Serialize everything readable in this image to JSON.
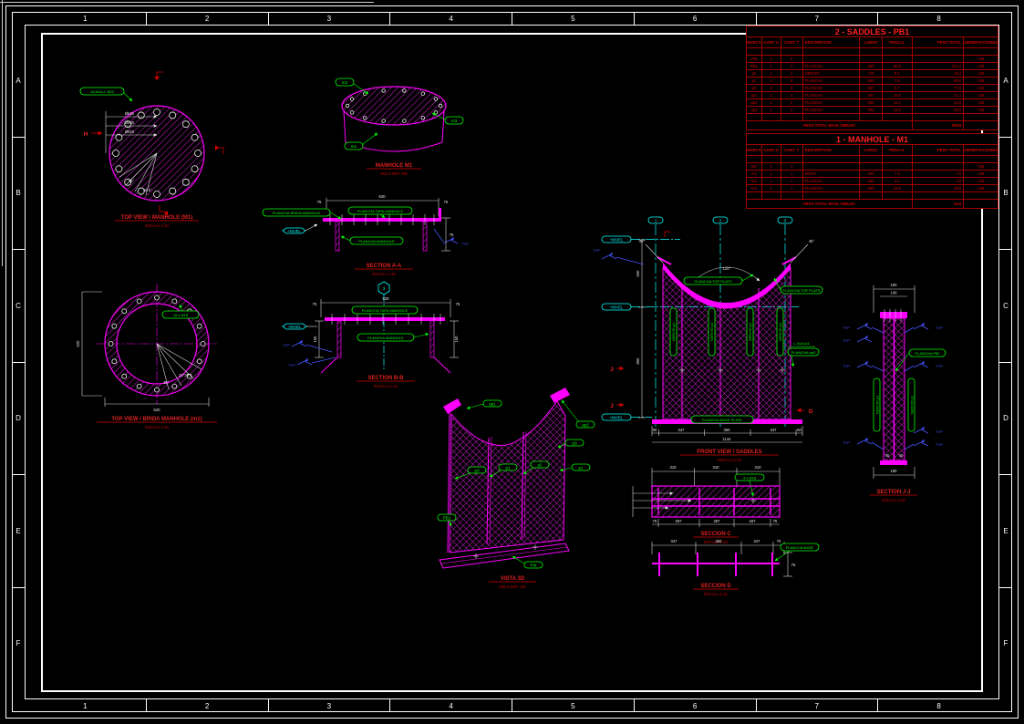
{
  "grid": {
    "cols": [
      "1",
      "2",
      "3",
      "4",
      "5",
      "6",
      "7",
      "8"
    ],
    "rows": [
      "A",
      "B",
      "C",
      "D",
      "E",
      "F"
    ]
  },
  "colors": {
    "magenta": "#ff00ff",
    "green": "#00ff00",
    "cyan": "#00ffff",
    "blue": "#4455ff",
    "red": "#d40000",
    "white": "#ffffff",
    "background": "#000000"
  },
  "tables": {
    "saddles": {
      "title": "2 - SADDLES - PB1",
      "headers": [
        "MARCA",
        "CANT. U",
        "CANT. T",
        "DESCRIPCION",
        "LARGO",
        "PESO U.",
        "PESO TOTAL",
        "OBSERVACIONES"
      ],
      "rows": [
        [
          "",
          "",
          "",
          "",
          "",
          "",
          "",
          ""
        ],
        [
          "PM",
          "1",
          "2",
          "",
          "",
          "",
          "",
          "A36"
        ],
        [
          "PB1",
          "1",
          "2",
          "PLANCHA",
          "900",
          "60.5",
          "121.0",
          "A36"
        ],
        [
          "p2",
          "1",
          "2",
          "NERVIO",
          "710",
          "9.2",
          "18.4",
          "A36"
        ],
        [
          "p1",
          "4",
          "8",
          "PLANCHA",
          "600",
          "7.5",
          "60.0",
          "A36"
        ],
        [
          "p3",
          "4",
          "8",
          "PLANCHA",
          "597",
          "9.7",
          "77.6",
          "A36"
        ],
        [
          "ap1",
          "1",
          "2",
          "PLANCHA",
          "457",
          "10.6",
          "21.1",
          "A36"
        ],
        [
          "ap2",
          "1",
          "2",
          "PLANCHA",
          "600",
          "11.4",
          "22.8",
          "A36"
        ],
        [
          "ap3",
          "1",
          "2",
          "PLANCHA",
          "600",
          "13.0",
          "26.0",
          "A36"
        ],
        [
          "",
          "",
          "",
          "",
          "",
          "",
          "",
          ""
        ]
      ],
      "footer_label": "PESO TOTAL EN EL DIBUJO",
      "footer_value": "358.8"
    },
    "manhole": {
      "title": "1 - MANHOLE - M1",
      "headers": [
        "MARCA",
        "CANT. U",
        "CANT. T",
        "DESCRIPCION",
        "LARGO",
        "PESO U.",
        "PESO TOTAL",
        "OBSERVACIONES"
      ],
      "rows": [
        [
          "",
          "",
          "",
          "",
          "",
          "",
          "",
          ""
        ],
        [
          "M1",
          "1",
          "1",
          "",
          "",
          "",
          "",
          "A36"
        ],
        [
          "m1",
          "1",
          "1",
          "BRIDA",
          "620",
          "7.9",
          "7.9",
          "A36"
        ],
        [
          "m2",
          "1",
          "1",
          "PLANCHA",
          "520",
          "4.5",
          "4.5",
          "A36"
        ],
        [
          "m3",
          "1",
          "1",
          "PLANCHA",
          "600",
          "10.6",
          "10.6",
          "A36"
        ],
        [
          "",
          "",
          "",
          "",
          "",
          "",
          "",
          ""
        ]
      ],
      "footer_label": "PESO TOTAL EN EL DIBUJO",
      "footer_value": "23.0"
    }
  },
  "views": {
    "manhole_top": {
      "title": "TOP VIEW / MANHOLE (M1)",
      "scale": "ESCALA 1:10",
      "callout": "16 AGUJ. Ø22",
      "dim1": "Ø620",
      "dim2": "Ø560",
      "dim3": "Ø520",
      "angle1": "45°",
      "angle2": "22.5°",
      "datum": "H"
    },
    "brida_top": {
      "title": "TOP VIEW / BRIDA MANHOLE (m1)",
      "scale": "ESCALA 1:10",
      "callout": "16 x Ø18",
      "dim_left": "620",
      "dim_bottom": "620",
      "angle1": "22°30'",
      "angle2": "45°"
    },
    "manhole_iso": {
      "title": "MANHOLE M1",
      "scale": "SOLO REF. S/E",
      "labels": [
        "m2",
        "m3",
        "m1"
      ]
    },
    "section_a": {
      "title": "SECTION A-A",
      "scale": "ESCALA 1:10",
      "label_brida": "PLANCHA BRIDA MANHOLE",
      "label_tapa": "PLANCHA TAPA MANHOLE",
      "label_manhole": "PLANCHA MANHOLE",
      "flag": "+NIVEL",
      "weld": "TYP",
      "dim_top": "620",
      "dim_end1": "75",
      "dim_end2": "75",
      "dim_right": "75"
    },
    "section_b": {
      "title": "SECTION B-B",
      "scale": "ESCALA 1:10",
      "balloon": "3",
      "label_tapa": "PLANCHA TAPA MANHOLE",
      "label_manhole": "PLANCHA MANHOLE",
      "flag": "+NIVEL",
      "weld": "TYP",
      "dim_top": "620",
      "dim_end1": "75",
      "dim_end2": "75",
      "dim_left": "160",
      "dim_right": "160"
    },
    "saddle_front": {
      "title": "FRONT VIEW / SADDLES",
      "scale": "ESCALA 1:10",
      "balloons": [
        "1",
        "2",
        "3"
      ],
      "flags": [
        "+NIVEL",
        "+NIVEL",
        "+NIVEL"
      ],
      "label_top_plate": "PLANCHA TOP PLATE",
      "label_top_plate2": "PLANCHA TOP PLATE",
      "label_angle": "L 2x2x1/4",
      "label_ap3": "PLANCHA ap3",
      "label_base": "PLANCHA BASE PLATE",
      "rib_label": "NERVIO p1",
      "angle": "120°",
      "angle_l": "45°",
      "angle_r": "45°",
      "dims_bottom": [
        "50",
        "347",
        "350",
        "347",
        "50"
      ],
      "dim_total": "1144",
      "dim_left1": "500",
      "dim_left2": "860",
      "mark_j": "J",
      "mark_g": "G",
      "weld": "TYP"
    },
    "saddle_iso": {
      "title": "VISTA 3D",
      "scale": "SOLO REF. S/E",
      "labels": [
        "ap1",
        "ap2",
        "p3",
        "p1",
        "p2",
        "p1",
        "p3",
        "PB1",
        "PM"
      ]
    },
    "seccion_c": {
      "title": "SECCION C",
      "scale": "ESCALA 1:10",
      "callout": "4 x Ø18",
      "dims_top": [
        "310",
        "310",
        "310"
      ],
      "dims_bottom": [
        "75",
        "287",
        "287",
        "287",
        "75"
      ]
    },
    "seccion_d": {
      "title": "SECCION D",
      "scale": "ESCALA 1:10",
      "label": "PLANCHA BASE",
      "dims_top": [
        "347",
        "350",
        "347",
        "75"
      ],
      "dim_right": "75"
    },
    "section_j": {
      "title": "SECTION J-J",
      "scale": "ESCALA 1:10",
      "dim_top1": "180",
      "dim_top2": "140",
      "dim_bottom": "180",
      "label_center": "PLANCHA PB1",
      "rib_label": "NERVIO p1",
      "weld": "TYP",
      "dims_small": [
        "40",
        "40"
      ]
    }
  }
}
